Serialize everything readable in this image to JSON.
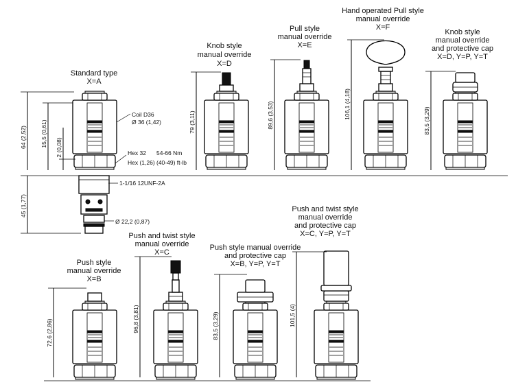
{
  "variants": [
    {
      "id": "A",
      "title_lines": [
        "Standard type",
        "X=A"
      ]
    },
    {
      "id": "D",
      "title_lines": [
        "Knob style",
        "manual override",
        "X=D"
      ],
      "height": "79 (3,11)"
    },
    {
      "id": "E",
      "title_lines": [
        "Pull style",
        "manual override",
        "X=E"
      ],
      "height": "89,6 (3,53)"
    },
    {
      "id": "F",
      "title_lines": [
        "Hand operated Pull style",
        "manual override",
        "X=F"
      ],
      "height": "106,1 (4,18)"
    },
    {
      "id": "DPT",
      "title_lines": [
        "Knob style",
        "manual override",
        "and protective cap",
        "X=D, Y=P, Y=T"
      ],
      "height": "83,5 (3,29)"
    },
    {
      "id": "B",
      "title_lines": [
        "Push style",
        "manual override",
        "X=B"
      ],
      "height": "72,6 (2,86)"
    },
    {
      "id": "C",
      "title_lines": [
        "Push and twist style",
        "manual override",
        "X=C"
      ],
      "height": "96,8 (3,81)"
    },
    {
      "id": "BPT",
      "title_lines": [
        "Push style manual override",
        "and protective cap",
        "X=B, Y=P, Y=T"
      ],
      "height": "83,5 (3,29)"
    },
    {
      "id": "CPT",
      "title_lines": [
        "Push and twist style",
        "manual override",
        "and protective cap",
        "X=C, Y=P, Y=T"
      ],
      "height": "101,5 (4)"
    }
  ],
  "standard_dims": {
    "h_total": "64 (2,52)",
    "h_coil": "15,5 (0,61)",
    "h_small": "2 (0,08)",
    "h_cart": "45 (1,77)",
    "coil_l1": "Coil D36",
    "coil_l2": "Ø 36 (1,42)",
    "hex_l1": "Hex 32",
    "hex_l2": "Hex (1,26)",
    "torque_l1": "54-66 Nm",
    "torque_l2": "(40-49) ft-lb",
    "thread": "1-1/16 12UNF-2A",
    "dia": "Ø 22,2 (0,87)"
  }
}
